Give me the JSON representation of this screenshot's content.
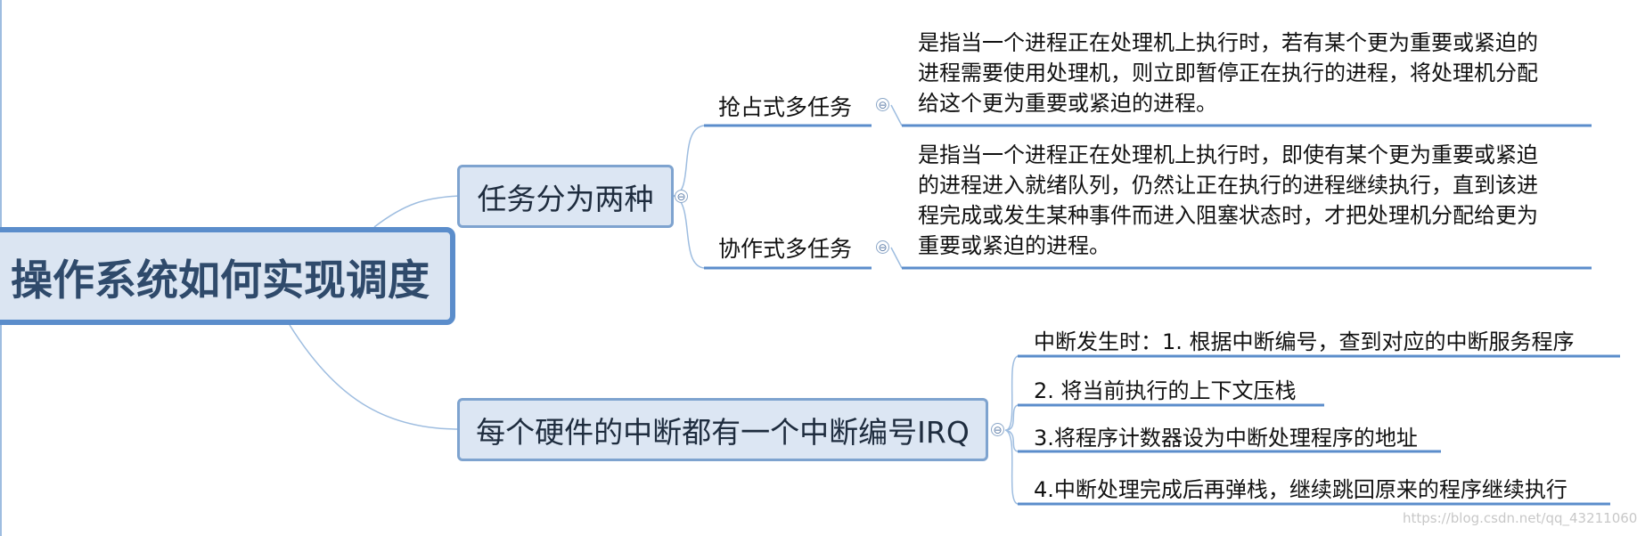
{
  "root": {
    "title": "操作系统如何实现调度"
  },
  "branches": [
    {
      "label": "任务分为两种",
      "children": [
        {
          "label": "抢占式多任务",
          "description": [
            "是指当一个进程正在处理机上执行时，若有某个更为重要或紧迫的",
            "进程需要使用处理机，则立即暂停正在执行的进程，将处理机分配",
            "给这个更为重要或紧迫的进程。"
          ]
        },
        {
          "label": "协作式多任务",
          "description": [
            "是指当一个进程正在处理机上执行时，即使有某个更为重要或紧迫",
            "的进程进入就绪队列，仍然让正在执行的进程继续执行，直到该进",
            "程完成或发生某种事件而进入阻塞状态时，才把处理机分配给更为",
            "重要或紧迫的进程。"
          ]
        }
      ]
    },
    {
      "label": "每个硬件的中断都有一个中断编号IRQ",
      "items": [
        "中断发生时：1. 根据中断编号，查到对应的中断服务程序",
        "2. 将当前执行的上下文压栈",
        "3.将程序计数器设为中断处理程序的地址",
        "4.中断处理完成后再弹栈，继续跳回原来的程序继续执行"
      ]
    }
  ],
  "toggle_symbol": "⊖",
  "watermark": "https://blog.csdn.net/qq_43211060",
  "colors": {
    "accent": "#5b8dcb",
    "node_fill": "#dce6f3",
    "connector": "#9ebde0"
  }
}
